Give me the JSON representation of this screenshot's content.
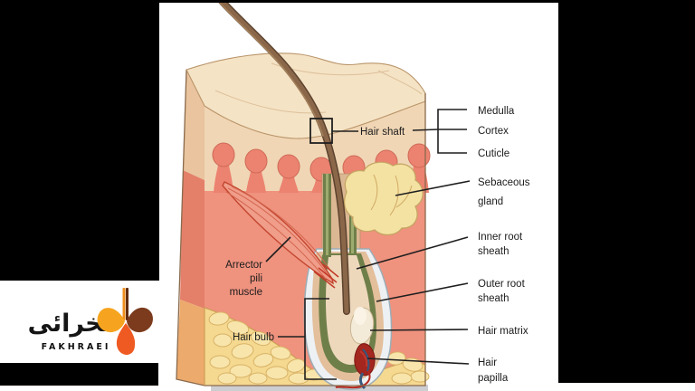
{
  "brand": {
    "name_arabic": "فخرائی",
    "name_latin": "FAKHRAEI",
    "icon": "saffron-flower-logo",
    "colors": {
      "gold": "#f6a41f",
      "deep_orange": "#ef5a22",
      "brown": "#7c3b1d"
    }
  },
  "canvas": {
    "letterbox_color": "#000000",
    "background_color": "#ffffff"
  },
  "figure": {
    "type": "anatomy-diagram",
    "subject": "Hair follicle and skin cross-section",
    "colors": {
      "epidermis": "#f0d6b5",
      "dermis": "#ef927e",
      "fat": "#f5d991",
      "sebaceous": "#f4e2a3",
      "root_sheath_green": "#6f7f4a",
      "hair_brown": "#8b674a",
      "papilla_red": "#a3261f"
    },
    "labels": {
      "hair_shaft": "Hair shaft",
      "medulla": "Medulla",
      "cortex": "Cortex",
      "cuticle": "Cuticle",
      "sebaceous_line1": "Sebaceous",
      "sebaceous_line2": "gland",
      "inner_line1": "Inner root",
      "inner_line2": "sheath",
      "outer_line1": "Outer root",
      "outer_line2": "sheath",
      "hair_matrix": "Hair matrix",
      "papilla_line1": "Hair",
      "papilla_line2": "papilla",
      "arrector_line1": "Arrector",
      "arrector_line2": "pili",
      "arrector_line3": "muscle",
      "hair_bulb": "Hair bulb"
    }
  }
}
